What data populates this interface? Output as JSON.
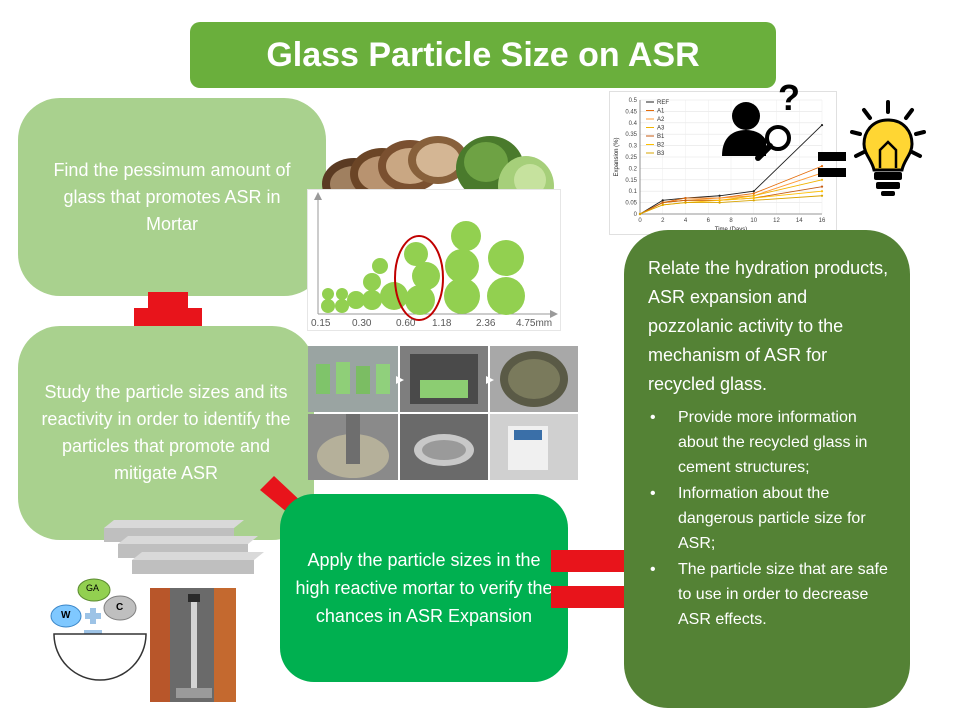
{
  "title": "Glass Particle Size on ASR",
  "boxes": {
    "pessimum": "Find the pessimum amount of glass that promotes ASR in Mortar",
    "particle_study": "Study the particle sizes and its reactivity in order to identify the particles that promote and mitigate ASR",
    "apply": "Apply the particle sizes in the high reactive mortar to verify the chances in ASR Expansion",
    "relate": {
      "main": "Relate the hydration products, ASR expansion and pozzolanic activity to the mechanism of ASR for recycled glass.",
      "bullets": [
        "Provide more information about the recycled glass in cement structures;",
        "Information about the dangerous particle size for ASR;",
        "The particle size that are safe to use in order to decrease ASR effects."
      ]
    }
  },
  "particle_chart": {
    "tick_labels": [
      "0.15",
      "0.30",
      "0.60",
      "1.18",
      "2.36",
      "4.75mm"
    ],
    "bubble_color": "#92d050"
  },
  "materials_diagram": {
    "labels": [
      "GA",
      "W",
      "C"
    ]
  },
  "chart_data": {
    "type": "line",
    "xlabel": "Time (Days)",
    "ylabel": "Expansion (%)",
    "x_ticks": [
      0,
      2,
      4,
      6,
      8,
      10,
      12,
      14,
      16
    ],
    "y_ticks": [
      "0",
      "0.05",
      "0.1",
      "0.15",
      "0.2",
      "0.25",
      "0.3",
      "0.35",
      "0.4",
      "0.45",
      "0.5"
    ],
    "xlim": [
      0,
      16
    ],
    "ylim": [
      0,
      0.5
    ],
    "legend_position": "top-left",
    "series": [
      {
        "name": "REF",
        "color": "#1f1f1f",
        "x": [
          0,
          2,
          4,
          7,
          10,
          16
        ],
        "values": [
          0.0,
          0.06,
          0.07,
          0.08,
          0.1,
          0.39
        ]
      },
      {
        "name": "A1",
        "color": "#e46c0a",
        "x": [
          0,
          2,
          4,
          7,
          10,
          16
        ],
        "values": [
          0.0,
          0.05,
          0.07,
          0.07,
          0.09,
          0.21
        ]
      },
      {
        "name": "A2",
        "color": "#ff9933",
        "x": [
          0,
          2,
          4,
          7,
          10,
          16
        ],
        "values": [
          0.0,
          0.05,
          0.06,
          0.07,
          0.08,
          0.18
        ]
      },
      {
        "name": "A3",
        "color": "#f0b400",
        "x": [
          0,
          2,
          4,
          7,
          10,
          16
        ],
        "values": [
          0.0,
          0.05,
          0.06,
          0.06,
          0.08,
          0.15
        ]
      },
      {
        "name": "B1",
        "color": "#c55a11",
        "x": [
          0,
          2,
          4,
          7,
          10,
          16
        ],
        "values": [
          0.0,
          0.05,
          0.06,
          0.06,
          0.07,
          0.12
        ]
      },
      {
        "name": "B2",
        "color": "#ffc000",
        "x": [
          0,
          2,
          4,
          7,
          10,
          16
        ],
        "values": [
          0.0,
          0.04,
          0.05,
          0.06,
          0.07,
          0.1
        ]
      },
      {
        "name": "B3",
        "color": "#d9a400",
        "x": [
          0,
          2,
          4,
          7,
          10,
          16
        ],
        "values": [
          0.0,
          0.04,
          0.05,
          0.05,
          0.06,
          0.08
        ]
      }
    ]
  }
}
